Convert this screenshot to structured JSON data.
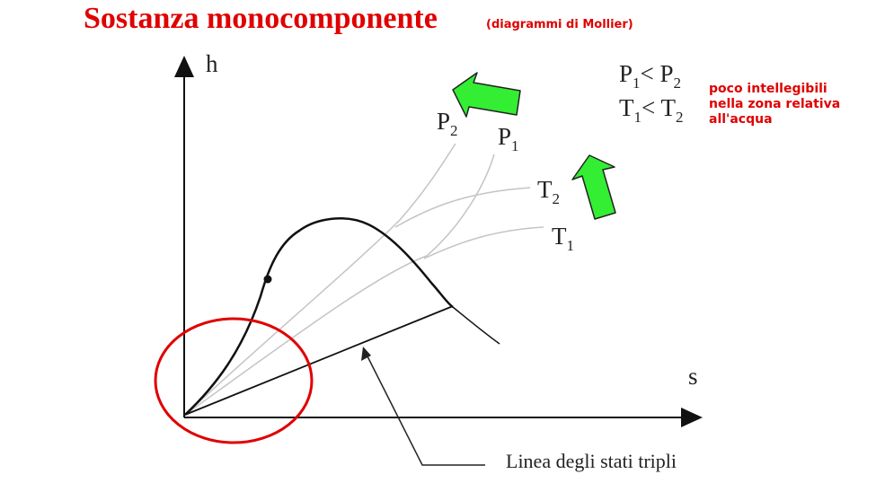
{
  "header": {
    "title": "Sostanza monocomponente",
    "subtitle": "(diagrammi di Mollier)"
  },
  "axes": {
    "y_label": "h",
    "x_label": "s"
  },
  "curves": {
    "pressures": [
      {
        "label": "P",
        "sub": "2"
      },
      {
        "label": "P",
        "sub": "1"
      }
    ],
    "temperatures": [
      {
        "label": "T",
        "sub": "2"
      },
      {
        "label": "T",
        "sub": "1"
      }
    ]
  },
  "relations": {
    "pressure": {
      "a": "P",
      "a_sub": "1",
      "op": "<",
      "b": "P",
      "b_sub": "2"
    },
    "temperature": {
      "a": "T",
      "a_sub": "1",
      "op": "<",
      "b": "T",
      "b_sub": "2"
    }
  },
  "note": {
    "lines": [
      "poco intellegibili",
      "nella zona relativa",
      "all'acqua"
    ]
  },
  "triple_line_label": "Linea degli stati tripli",
  "colors": {
    "title": "#e00000",
    "arrow_fill": "#33ee33",
    "highlight_circle": "#e00000",
    "isoline": "#c0c0c0",
    "axis": "#111111"
  }
}
